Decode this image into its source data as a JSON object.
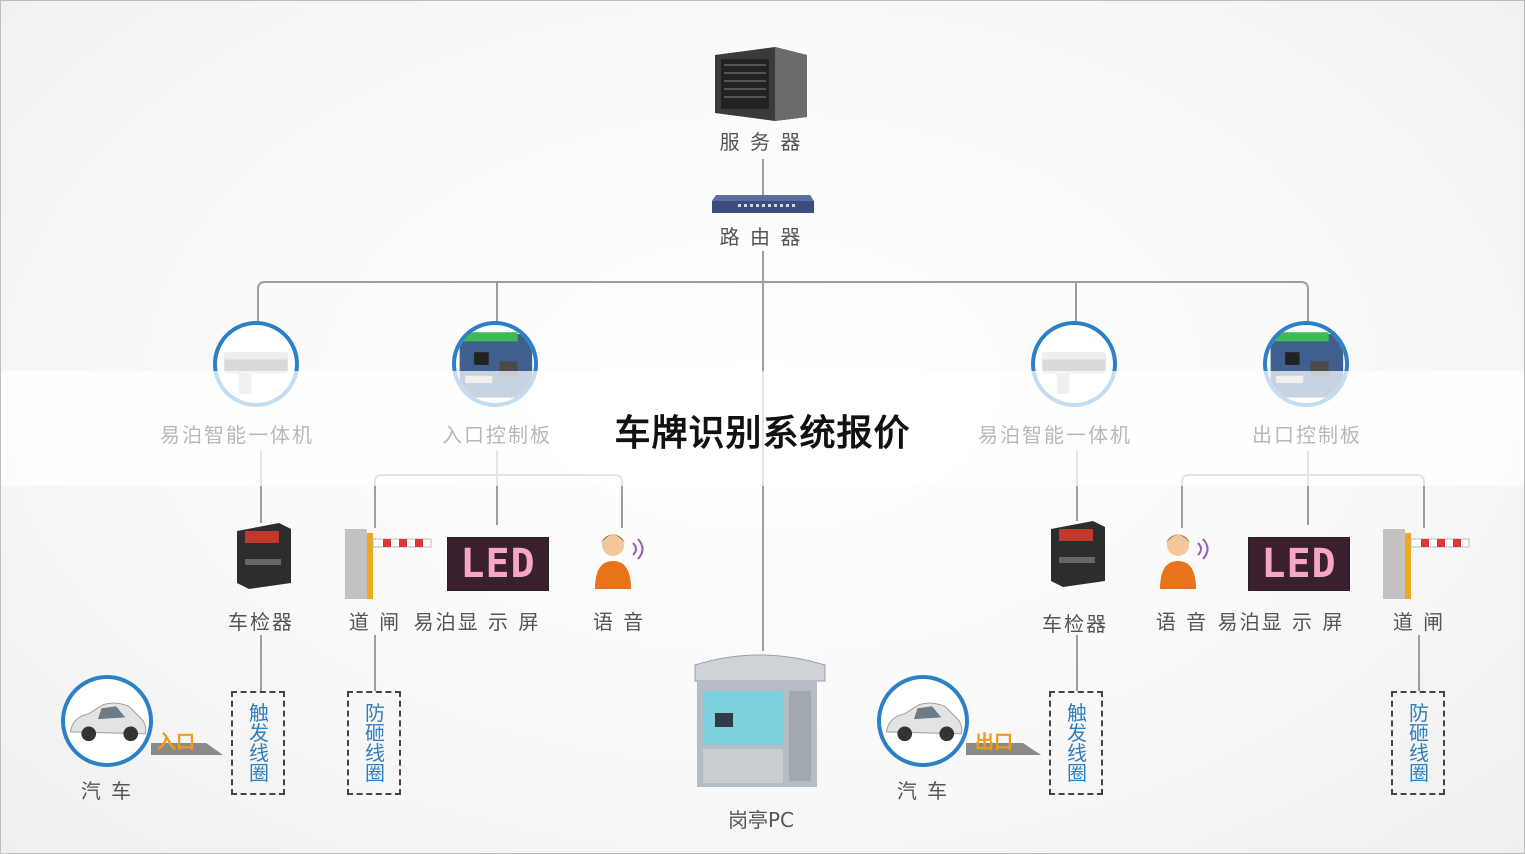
{
  "title": "车牌识别系统报价",
  "top": {
    "server": "服 务 器",
    "router": "路 由 器",
    "booth": "岗亭PC"
  },
  "left": {
    "camera": "易泊智能一体机",
    "board": "入口控制板",
    "detector": "车检器",
    "gate": "道 闸",
    "display": "易泊显 示 屏",
    "voice": "语 音",
    "car": "汽 车",
    "tag": "入口",
    "trigger_loop": "触发线圈",
    "anti_smash_loop": "防砸线圈"
  },
  "right": {
    "camera": "易泊智能一体机",
    "board": "出口控制板",
    "detector": "车检器",
    "voice": "语 音",
    "display": "易泊显 示 屏",
    "gate": "道 闸",
    "car": "汽 车",
    "tag": "出口",
    "trigger_loop": "触发线圈",
    "anti_smash_loop": "防砸线圈"
  },
  "led_text": "LED",
  "colors": {
    "accent": "#2c80c5",
    "tag": "#f39a12",
    "wire": "#9e9e9e"
  }
}
